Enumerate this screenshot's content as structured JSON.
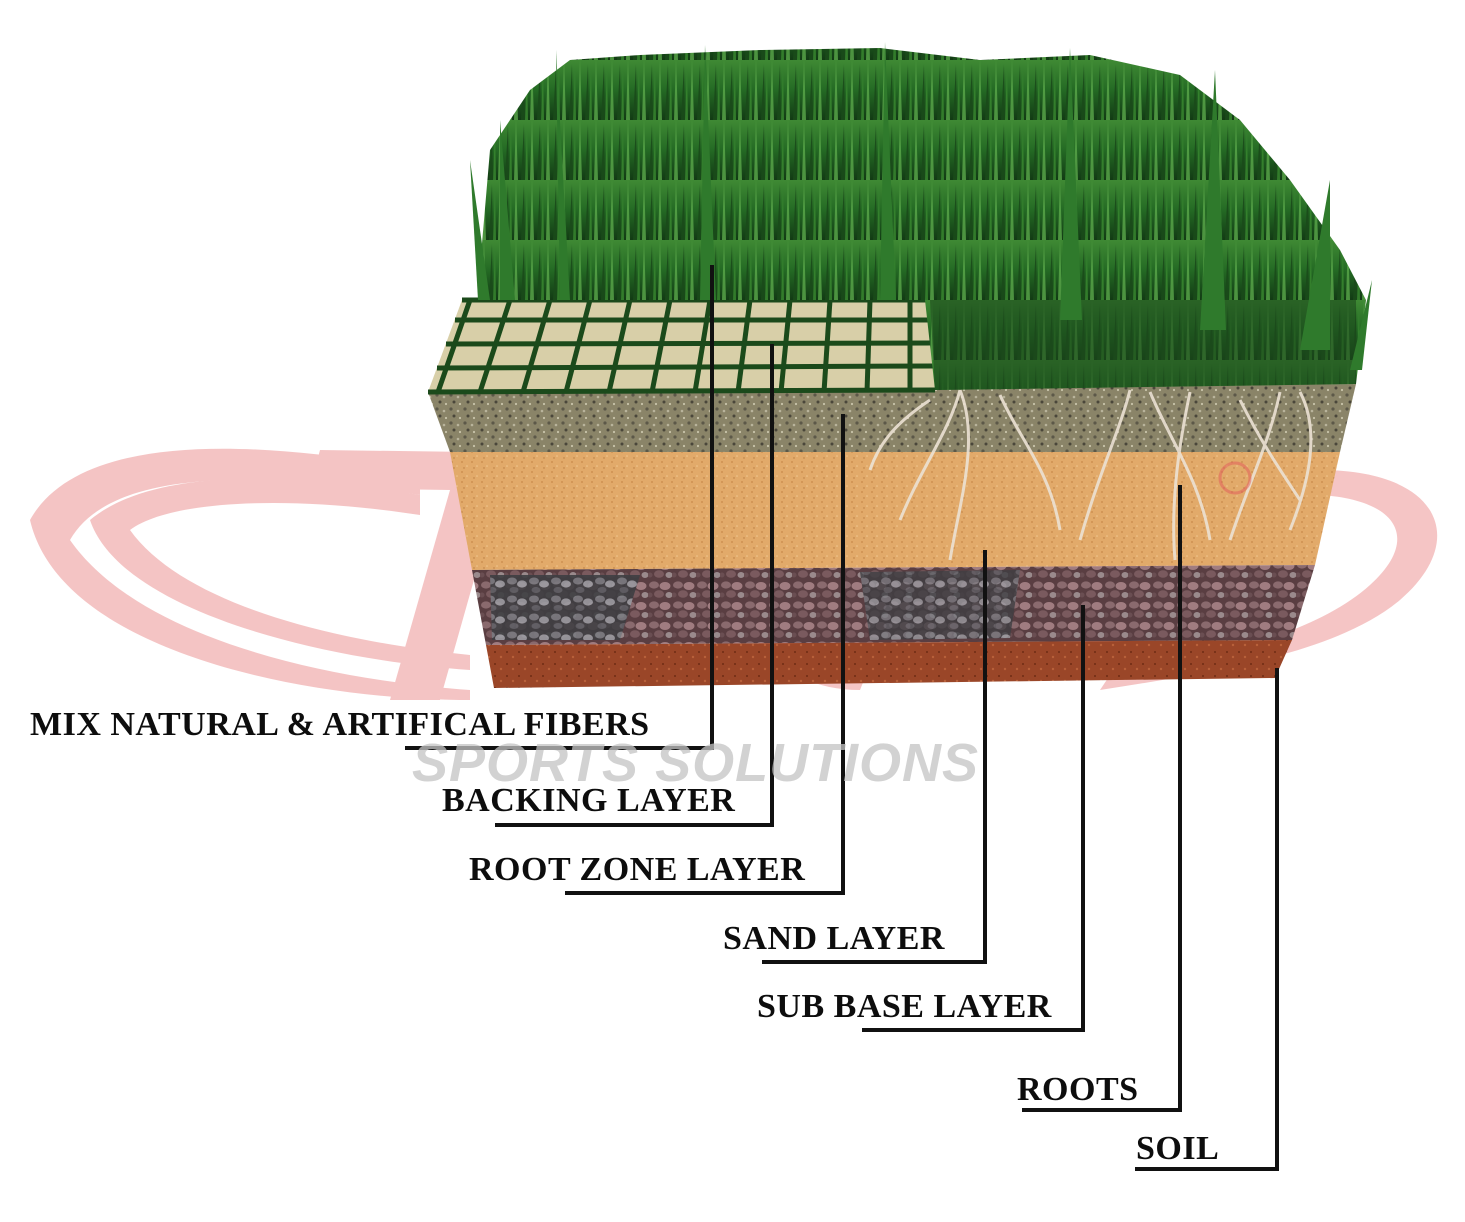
{
  "watermark": {
    "subtitle": "SPORTS SOLUTIONS",
    "registered_mark": "®"
  },
  "layers": [
    {
      "id": "fibers",
      "label": "MIX NATURAL & ARTIFICAL FIBERS"
    },
    {
      "id": "backing",
      "label": "BACKING LAYER"
    },
    {
      "id": "rootzone",
      "label": "ROOT ZONE LAYER"
    },
    {
      "id": "sand",
      "label": "SAND LAYER"
    },
    {
      "id": "subbase",
      "label": "SUB BASE LAYER"
    },
    {
      "id": "roots",
      "label": "ROOTS"
    },
    {
      "id": "soil",
      "label": "SOIL"
    }
  ],
  "colors": {
    "grass_dark": "#1f5a1f",
    "grass_light": "#4a9a3a",
    "grid": "#1b4a1b",
    "root_zone": "#8a8468",
    "sand": "#e0a868",
    "sub_base": "#6e4a4e",
    "soil": "#9a4a2a",
    "roots": "#ece2d4",
    "watermark_red": "#e25a5a",
    "leader_line": "#111111"
  }
}
